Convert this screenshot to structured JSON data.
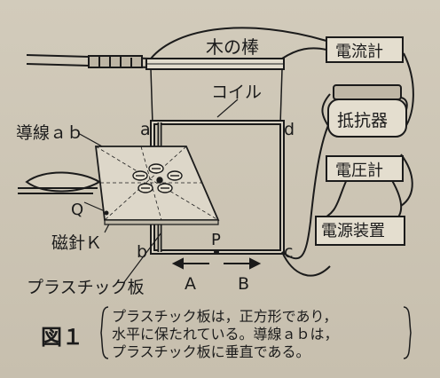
{
  "labels": {
    "wooden_rod": "木の棒",
    "ammeter": "電流計",
    "coil": "コイル",
    "wire_ab": "導線ａｂ",
    "point_a": "a",
    "point_d": "d",
    "resistor": "抵抗器",
    "voltmeter": "電圧計",
    "point_q": "Q",
    "compass_k": "磁針Ｋ",
    "point_b": "b",
    "point_p": "P",
    "point_c": "c",
    "power_supply": "電源装置",
    "plastic_board": "プラスチック板",
    "arrow_a": "A",
    "arrow_b": "B"
  },
  "caption": {
    "figure_label": "図１",
    "line1": "プラスチック板は，正方形であり，",
    "line2": "水平に保たれている。導線ａｂは，",
    "line3": "プラスチック板に垂直である。"
  },
  "colors": {
    "ink": "#1b1b1b",
    "background": "#cfc7b6",
    "board": "#ddd7c9"
  }
}
